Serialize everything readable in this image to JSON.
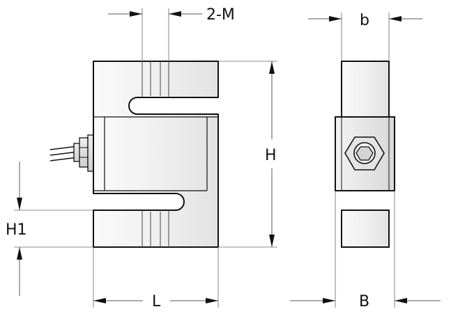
{
  "labels": {
    "thread": "2-M",
    "width_b": "b",
    "height": "H",
    "height_h1": "H1",
    "length": "L",
    "width_B": "B"
  },
  "colors": {
    "outline": "#111111",
    "shade_light": "#f4f4f4",
    "shade_dark": "#dcdcdc",
    "dimension": "#555555"
  }
}
